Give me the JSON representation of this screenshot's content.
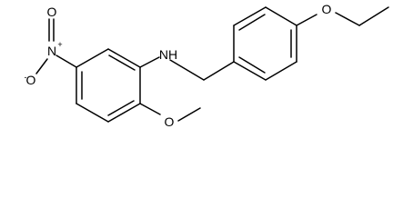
{
  "molecule": {
    "atom_labels": {
      "nitro_o_minus": "O",
      "nitro_o_charge": "-",
      "nitro_n": "N",
      "nitro_n_charge": "+",
      "nitro_o_double": "O",
      "amine": "NH",
      "ether_o": "O",
      "methoxy_o": "O"
    },
    "colors": {
      "bond": "#000000",
      "background": "#ffffff"
    }
  }
}
